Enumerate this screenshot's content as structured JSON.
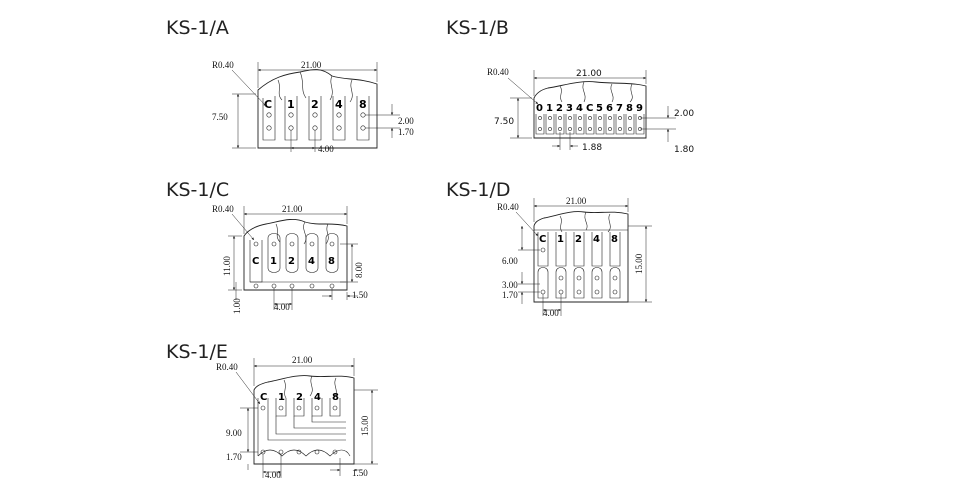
{
  "diagrams": [
    {
      "title": "KS-1/A",
      "dimensions": {
        "radius": "R0.40",
        "width": "21.00",
        "height": "7.50",
        "pad_offset": "2.00",
        "pad_pitch_v": "1.70",
        "pitch": "4.00"
      },
      "terminals": [
        "C",
        "1",
        "2",
        "4",
        "8"
      ]
    },
    {
      "title": "KS-1/B",
      "dimensions": {
        "radius": "R0.40",
        "width": "21.00",
        "height": "7.50",
        "pad_offset": "2.00",
        "pad_pitch_v": "1.80",
        "pitch": "1.88"
      },
      "terminals": [
        "0",
        "1",
        "2",
        "3",
        "4",
        "C",
        "5",
        "6",
        "7",
        "8",
        "9"
      ]
    },
    {
      "title": "KS-1/C",
      "dimensions": {
        "radius": "R0.40",
        "width": "21.00",
        "height": "11.00",
        "side": "8.00",
        "bottom": "1.00",
        "pitch": "4.00",
        "edge": "1.50"
      },
      "terminals": [
        "C",
        "1",
        "2",
        "4",
        "8"
      ]
    },
    {
      "title": "KS-1/D",
      "dimensions": {
        "radius": "R0.40",
        "width": "21.00",
        "height": "15.00",
        "upper": "6.00",
        "lower": "3.00",
        "bottom": "1.70",
        "pitch": "4.00"
      },
      "terminals": [
        "C",
        "1",
        "2",
        "4",
        "8"
      ]
    },
    {
      "title": "KS-1/E",
      "dimensions": {
        "radius": "R0.40",
        "width": "21.00",
        "height": "15.00",
        "upper": "9.00",
        "bottom": "1.70",
        "pitch": "4.00",
        "edge": "1.50"
      },
      "terminals": [
        "C",
        "1",
        "2",
        "4",
        "8"
      ]
    }
  ]
}
